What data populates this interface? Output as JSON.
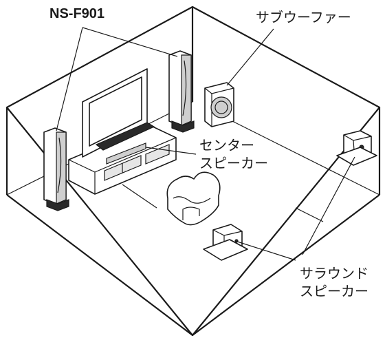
{
  "labels": {
    "main_speaker": "NS-F901",
    "subwoofer": "サブウーファー",
    "center_line1": "センター",
    "center_line2": "スピーカー",
    "surround_line1": "サラウンド",
    "surround_line2": "スピーカー"
  }
}
